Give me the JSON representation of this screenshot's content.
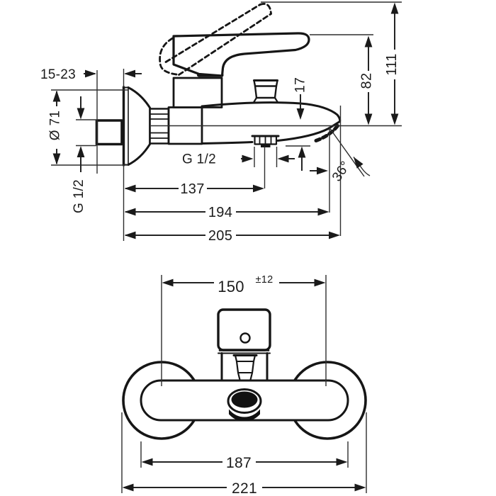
{
  "page": {
    "background": "#ffffff",
    "ink_color": "#1a1a1a"
  },
  "drawing": {
    "kind": "wall-mounted single-lever bath mixer installation drawing",
    "side_view": {
      "labels": {
        "wall_depth_range": "15-23",
        "escutcheon_diameter": "Ø 71",
        "inlet_thread": "G 1/2",
        "outlet_thread": "G 1/2",
        "spout_drop": "17",
        "handle_height_closed": "82",
        "handle_height_open": "111",
        "spout_angle": "36°",
        "wall_to_outlet": "137",
        "wall_to_spout_tip": "194",
        "max_projection": "205"
      }
    },
    "front_view": {
      "labels": {
        "connection_distance": "150",
        "connection_tolerance": "±12",
        "body_width": "187",
        "overall_width": "221"
      }
    }
  }
}
